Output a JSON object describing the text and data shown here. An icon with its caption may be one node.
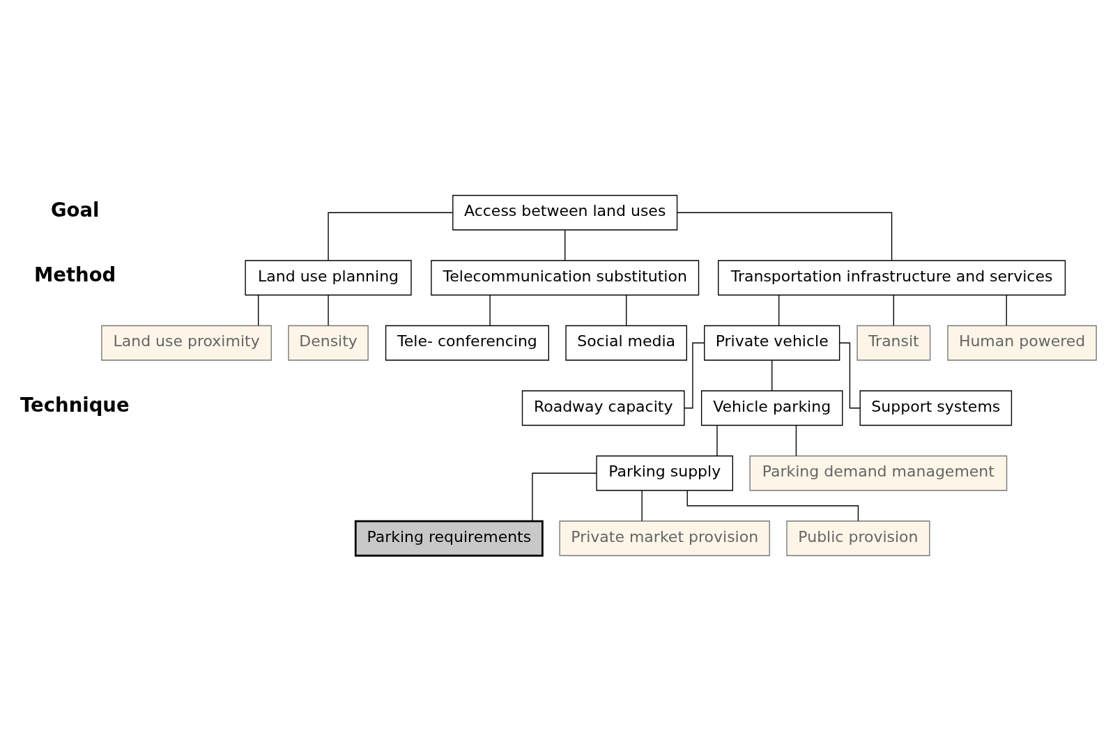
{
  "diagram": {
    "nodes": [
      {
        "text": [
          "Access between land uses"
        ]
      },
      {
        "text": [
          "Land use planning"
        ]
      },
      {
        "text": [
          "Telecommunication substitution"
        ]
      },
      {
        "text": [
          "Transportation infrastructure and services"
        ]
      },
      {
        "text": [
          "Land use proximity"
        ]
      },
      {
        "text": [
          "Density"
        ]
      },
      {
        "text": [
          "Tele- conferencing"
        ]
      },
      {
        "text": [
          "Social media"
        ]
      },
      {
        "text": [
          "Private vehicle"
        ]
      },
      {
        "text": [
          "Transit"
        ]
      },
      {
        "text": [
          "Human powered"
        ]
      },
      {
        "text": [
          "Roadway capacity"
        ]
      },
      {
        "text": [
          "Vehicle parking"
        ]
      },
      {
        "text": [
          "Support systems"
        ]
      },
      {
        "text": [
          "Parking supply"
        ]
      },
      {
        "text": [
          "Parking demand management"
        ]
      },
      {
        "text": [
          "Parking requirements"
        ]
      },
      {
        "text": [
          "Private market provision"
        ]
      },
      {
        "text": [
          "Public provision"
        ]
      }
    ],
    "edges": [
      {
        "from": 0,
        "to": 1,
        "arrow": "none"
      },
      {
        "from": 0,
        "to": 2,
        "arrow": "none"
      },
      {
        "from": 0,
        "to": 3,
        "arrow": "none"
      },
      {
        "from": 1,
        "to": 4,
        "arrow": "none"
      },
      {
        "from": 1,
        "to": 5,
        "arrow": "none"
      },
      {
        "from": 2,
        "to": 6,
        "arrow": "none"
      },
      {
        "from": 2,
        "to": 7,
        "arrow": "none"
      },
      {
        "from": 3,
        "to": 8,
        "arrow": "none"
      },
      {
        "from": 3,
        "to": 9,
        "arrow": "none"
      },
      {
        "from": 3,
        "to": 10,
        "arrow": "none"
      },
      {
        "from": 8,
        "to": 11,
        "arrow": "none"
      },
      {
        "from": 8,
        "to": 12,
        "arrow": "none"
      },
      {
        "from": 8,
        "to": 13,
        "arrow": "none"
      },
      {
        "from": 12,
        "to": 14,
        "arrow": "none"
      },
      {
        "from": 12,
        "to": 15,
        "arrow": "none"
      },
      {
        "from": 14,
        "to": 16,
        "arrow": "none"
      },
      {
        "from": 14,
        "to": 17,
        "arrow": "none"
      },
      {
        "from": 14,
        "to": 18,
        "arrow": "none"
      }
    ],
    "labels": [
      "Goal",
      "Method",
      "Technique"
    ]
  }
}
